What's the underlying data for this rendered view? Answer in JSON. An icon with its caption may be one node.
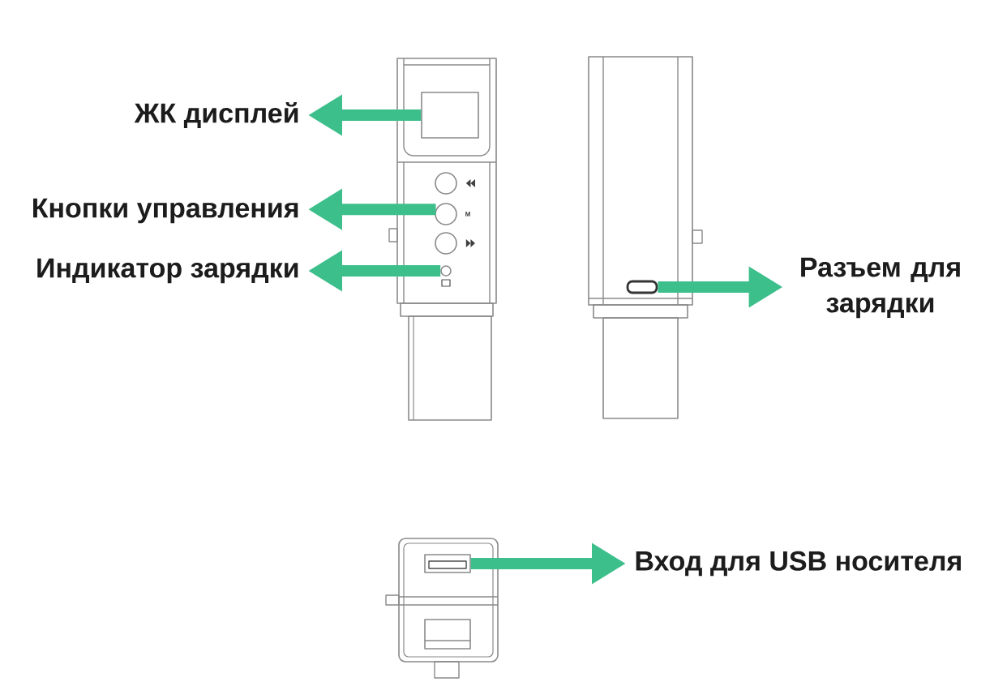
{
  "diagram": {
    "nodes": [
      {
        "text": [
          "ЖК дисплей"
        ]
      },
      {
        "text": [
          "Кнопки управления"
        ]
      },
      {
        "text": [
          "Индикатор зарядки"
        ]
      },
      {
        "text": [
          "Разъем для зарядки"
        ]
      },
      {
        "text": [
          "Вход для USB носителя"
        ]
      },
      {
        "text": [],
        "shape": "box"
      },
      {
        "text": [],
        "shape": "circle"
      },
      {
        "text": [],
        "shape": "circle"
      },
      {
        "text": [],
        "shape": "box"
      },
      {
        "text": [],
        "shape": "box"
      }
    ],
    "edges": [
      {
        "from": 5,
        "to": 0,
        "arrow": "to"
      },
      {
        "from": 6,
        "to": 1,
        "arrow": "to"
      },
      {
        "from": 7,
        "to": 2,
        "arrow": "to"
      },
      {
        "from": 8,
        "to": 3,
        "arrow": "to"
      },
      {
        "from": 9,
        "to": 4,
        "arrow": "to"
      }
    ],
    "labels": [
      "M"
    ]
  }
}
